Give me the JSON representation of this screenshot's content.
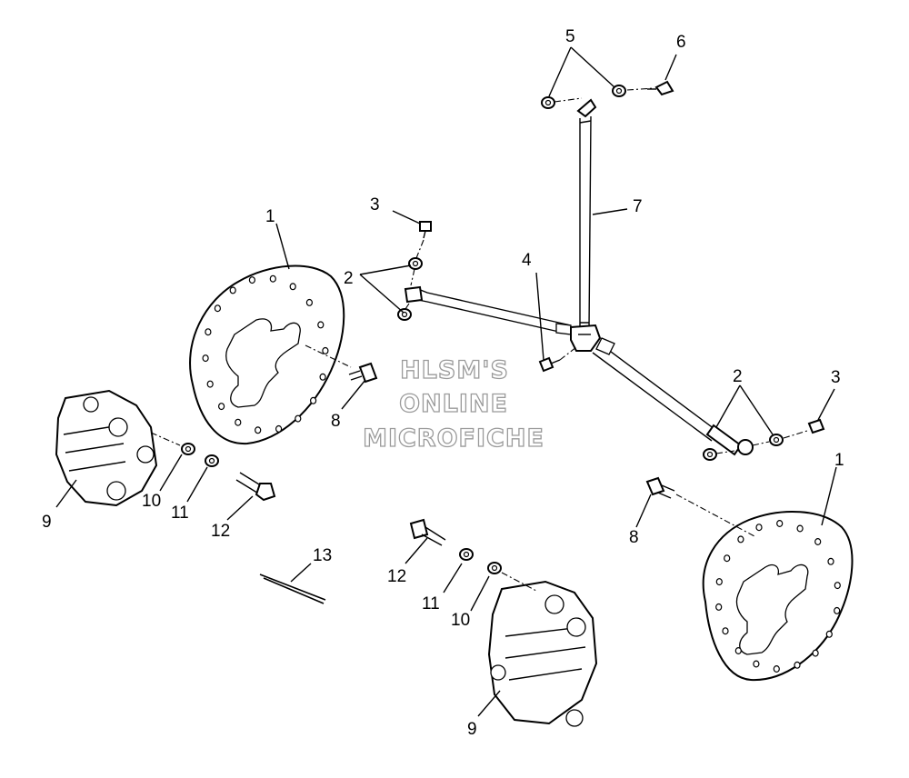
{
  "diagram": {
    "watermark": {
      "line1": "HLSM'S",
      "line2": "ONLINE",
      "line3": "MICROFICHE"
    },
    "callouts": {
      "c1_left": "1",
      "c1_right": "1",
      "c2_left": "2",
      "c2_right": "2",
      "c3_left": "3",
      "c3_right": "3",
      "c4": "4",
      "c5": "5",
      "c6": "6",
      "c7": "7",
      "c8_left": "8",
      "c8_right": "8",
      "c9_left": "9",
      "c9_bottom": "9",
      "c10_left": "10",
      "c10_bottom": "10",
      "c11_left": "11",
      "c11_bottom": "11",
      "c12_left": "12",
      "c12_bottom": "12",
      "c13": "13"
    }
  }
}
